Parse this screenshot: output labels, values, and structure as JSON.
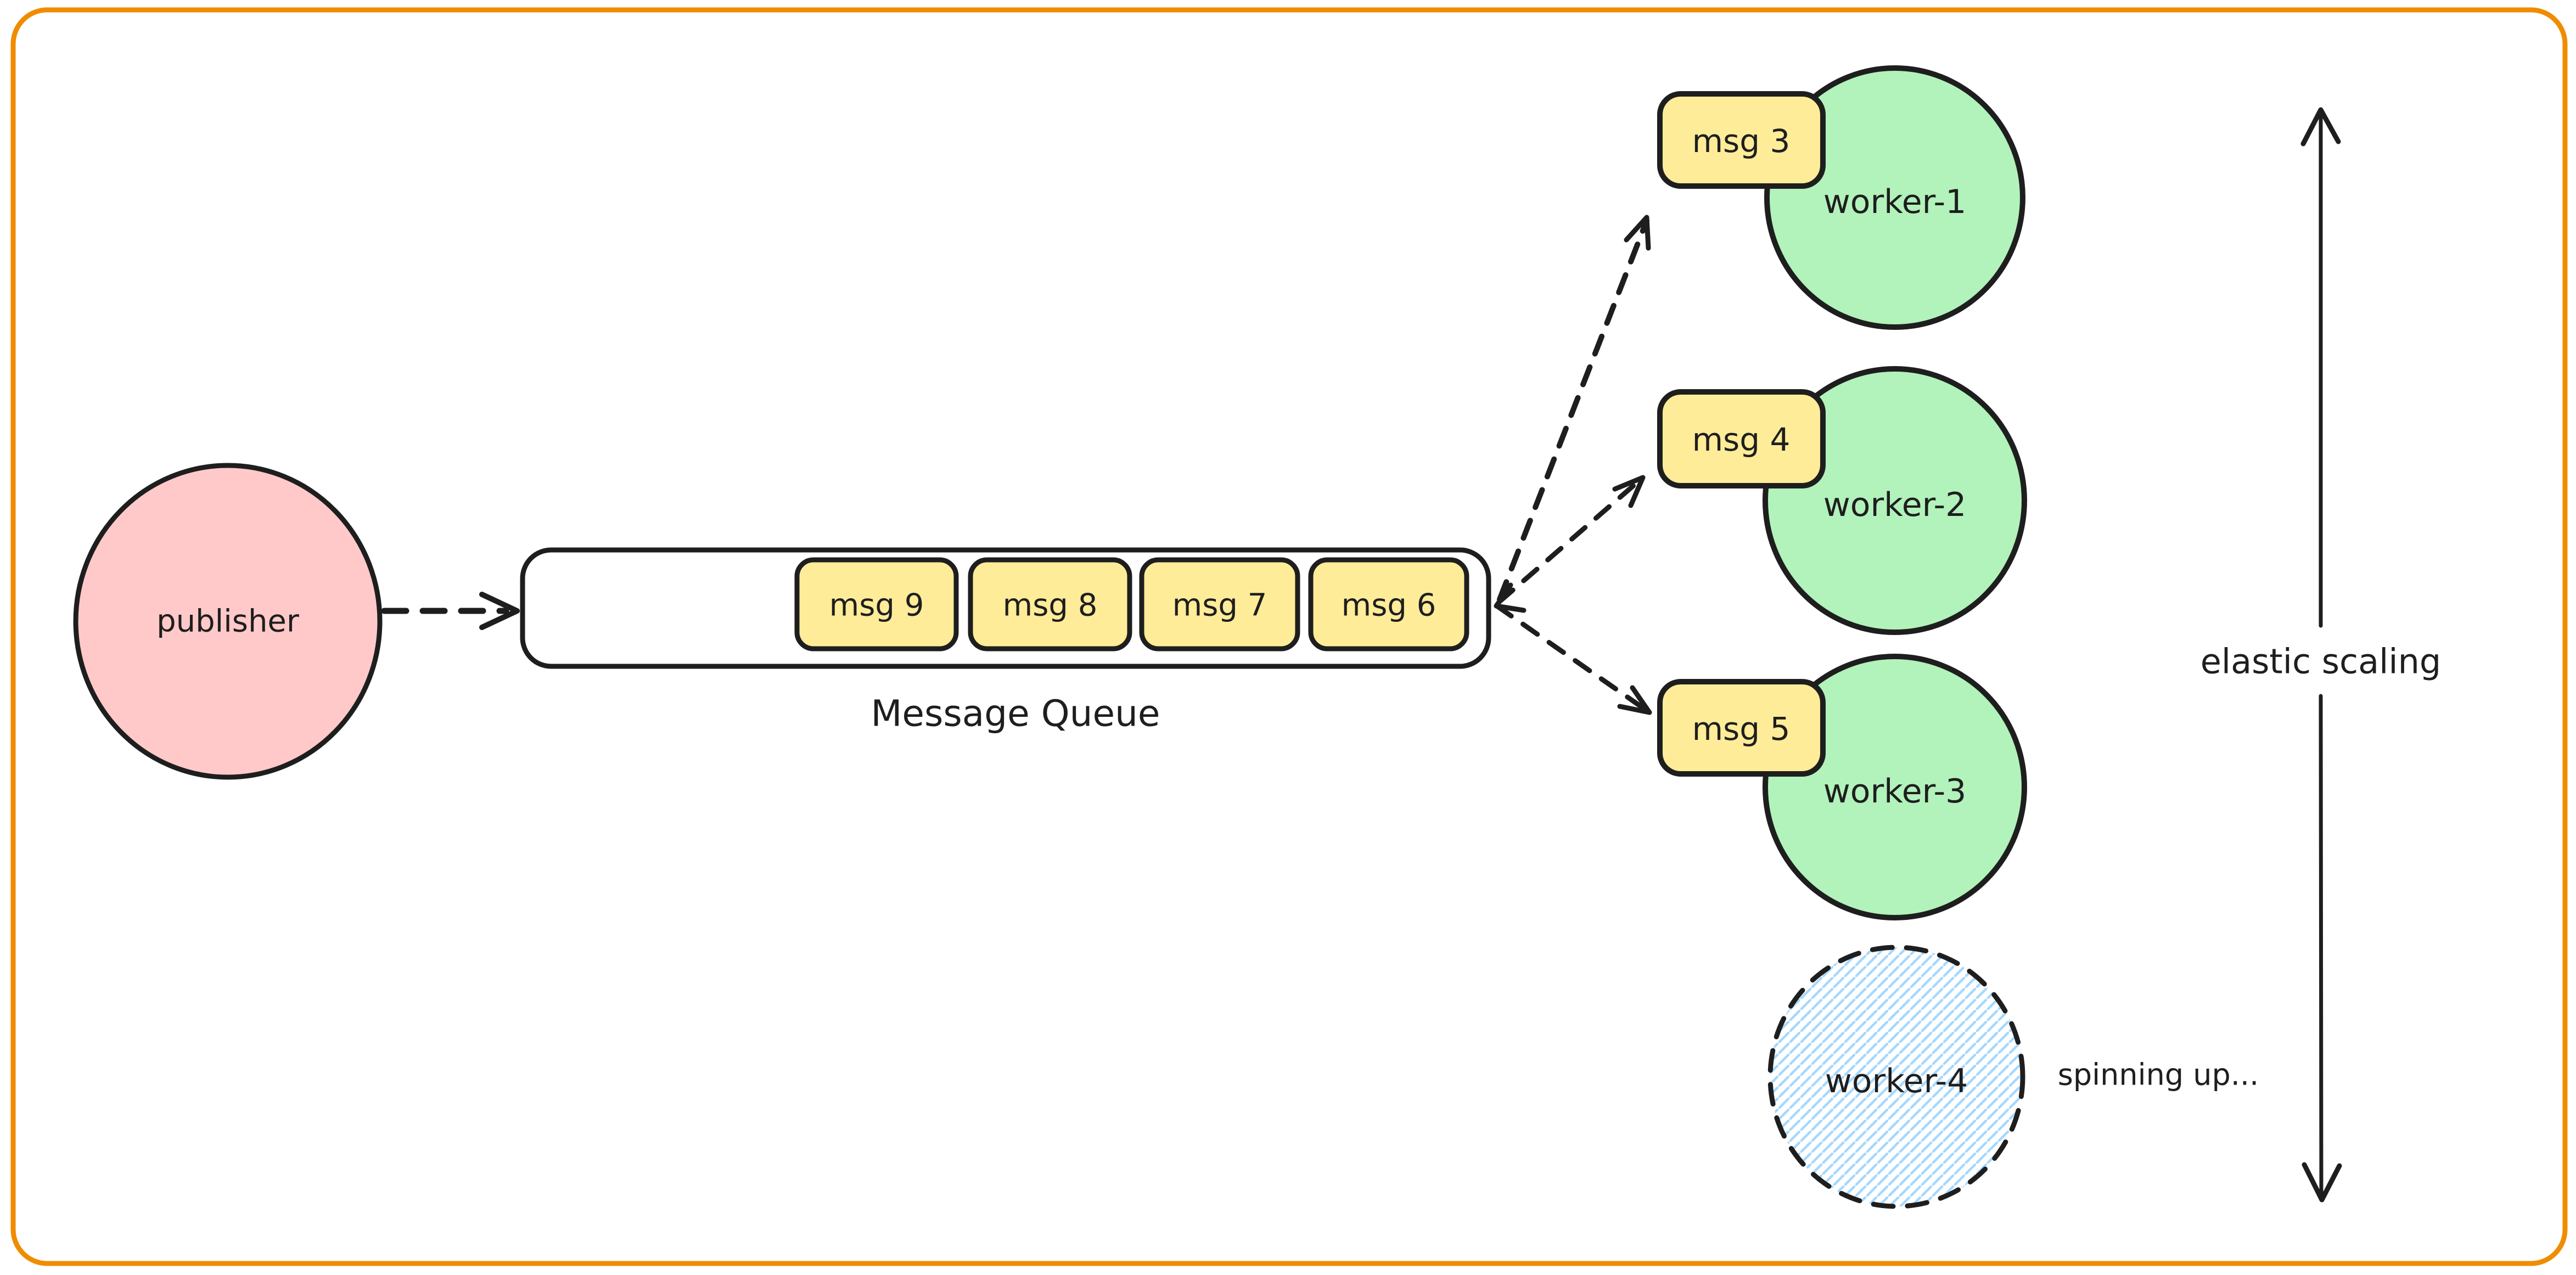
{
  "publisher": {
    "label": "publisher"
  },
  "message_queue": {
    "label": "Message Queue",
    "messages": [
      "msg 9",
      "msg 8",
      "msg 7",
      "msg 6"
    ]
  },
  "deliveries": [
    {
      "message": "msg 3",
      "worker": "worker-1"
    },
    {
      "message": "msg 4",
      "worker": "worker-2"
    },
    {
      "message": "msg 5",
      "worker": "worker-3"
    }
  ],
  "pending_worker": {
    "label": "worker-4",
    "note": "spinning up..."
  },
  "elastic_scaling_label": "elastic scaling",
  "colors": {
    "canvas_border": "#f08c00",
    "publisher_fill": "#ffc9c9",
    "message_fill": "#ffec99",
    "worker_fill": "#b2f2bb",
    "pending_hatch": "#a5d8ff",
    "stroke": "#1e1e1e",
    "background": "#ffffff"
  }
}
